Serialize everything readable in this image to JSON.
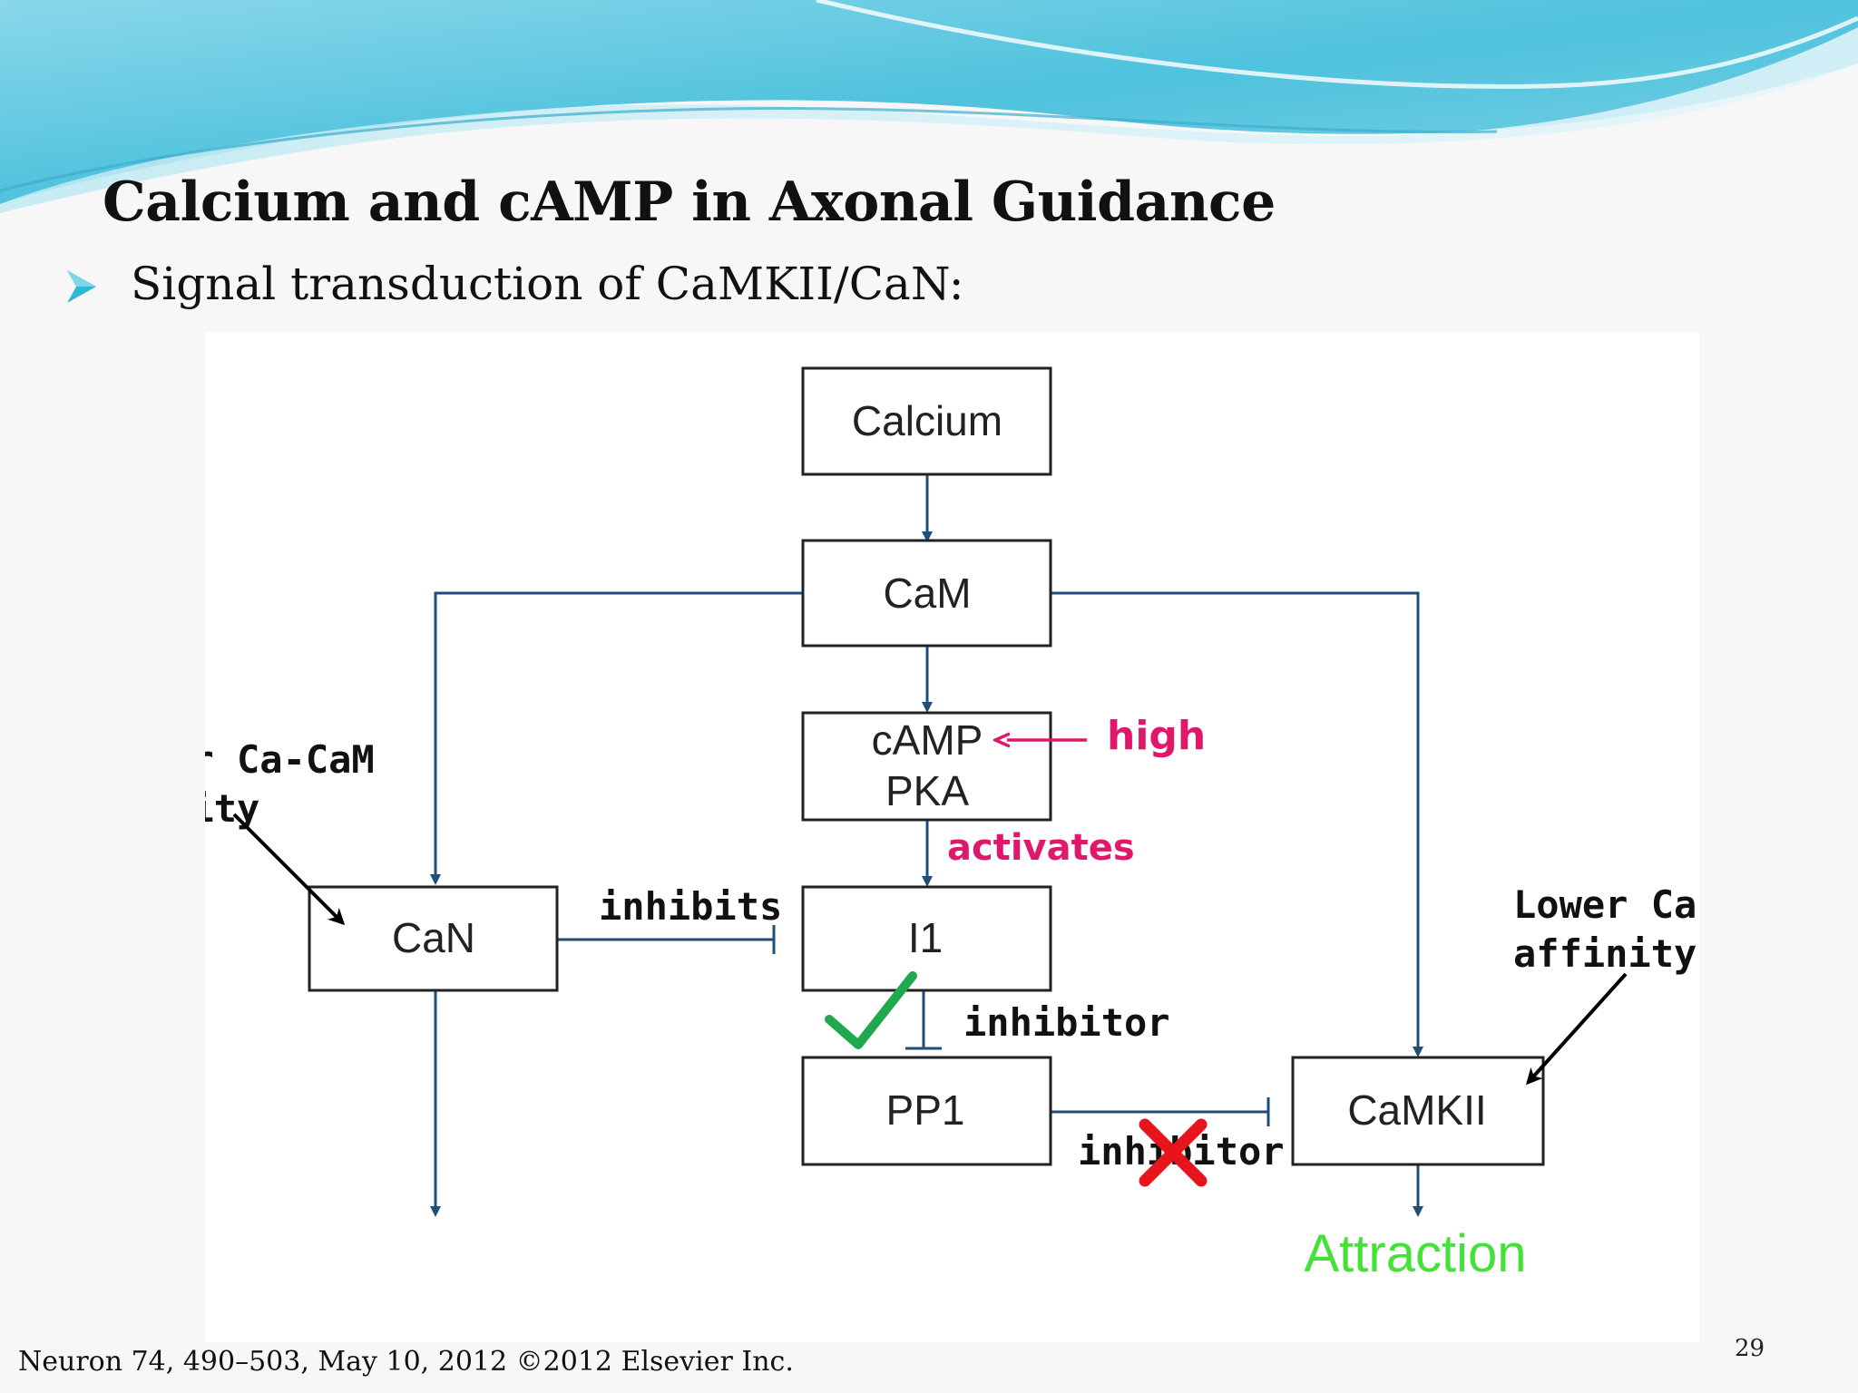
{
  "slide": {
    "title": "Calcium and cAMP in Axonal Guidance",
    "bullet": "Signal transduction of CaMKII/CaN:",
    "footer": "Neuron 74, 490–503, May 10, 2012 ©2012 Elsevier Inc.",
    "page_number": "29"
  },
  "diagram": {
    "boxes": {
      "calcium": "Calcium",
      "cam": "CaM",
      "camp": "cAMP",
      "pka": "PKA",
      "can": "CaN",
      "i1": "I1",
      "pp1": "PP1",
      "camkii": "CaMKII"
    },
    "edge_labels": {
      "inhibits": "inhibits",
      "inhibitor": "inhibitor",
      "inhibitor_crossed": "inhibitor"
    },
    "annotations": {
      "high": "high",
      "activates": "activates",
      "higher_affinity_line1": "Higher Ca-CaM",
      "higher_affinity_line2": "affinity",
      "lower_affinity_line1": "Lower Ca-CaM",
      "lower_affinity_line2": "affinity",
      "attraction": "Attraction"
    }
  },
  "colors": {
    "connector": "#1f4e79",
    "annotation_pink": "#e0186b",
    "attraction_green": "#44e238",
    "check_green": "#1fa84e",
    "cross_red": "#e8141c",
    "wave_teal": "#5ecbe0"
  },
  "icons": {
    "bullet": "arrow-bullet-icon",
    "check": "check-mark-icon",
    "cross": "cross-mark-icon"
  }
}
